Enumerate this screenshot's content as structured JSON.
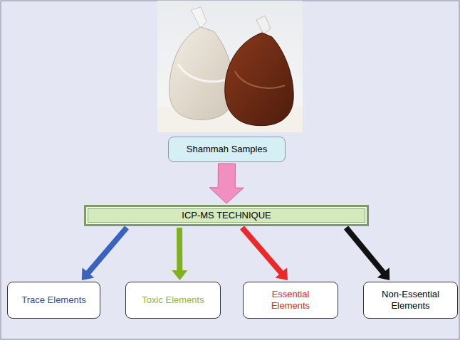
{
  "diagram": {
    "nodes": [
      {
        "text": [
          "Shammah Samples"
        ]
      },
      {
        "text": [
          "ICP-MS TECHNIQUE"
        ]
      },
      {
        "text": [
          "Trace Elements"
        ]
      },
      {
        "text": [
          "Toxic Elements"
        ]
      },
      {
        "text": [
          "Essential Elements"
        ]
      },
      {
        "text": [
          "Non-Essential Elements"
        ]
      }
    ],
    "edges": [
      {
        "from": 0,
        "to": 1,
        "arrow": "to"
      },
      {
        "from": 1,
        "to": 2,
        "arrow": "to"
      },
      {
        "from": 1,
        "to": 3,
        "arrow": "to"
      },
      {
        "from": 1,
        "to": 4,
        "arrow": "to"
      },
      {
        "from": 1,
        "to": 5,
        "arrow": "to"
      }
    ]
  }
}
